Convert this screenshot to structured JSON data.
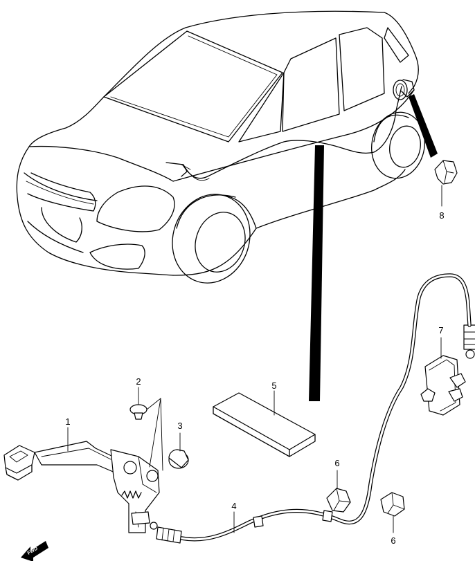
{
  "diagram": {
    "parts": [
      {
        "number": "1",
        "ref": "lever"
      },
      {
        "number": "2",
        "ref": "bolt"
      },
      {
        "number": "3",
        "ref": "cap"
      },
      {
        "number": "4",
        "ref": "cable"
      },
      {
        "number": "5",
        "ref": "pad"
      },
      {
        "number": "6",
        "ref": "clamp-a"
      },
      {
        "number": "6",
        "ref": "clamp-b"
      },
      {
        "number": "7",
        "ref": "latch"
      },
      {
        "number": "8",
        "ref": "clip"
      }
    ],
    "fwd_label": "FWD"
  }
}
